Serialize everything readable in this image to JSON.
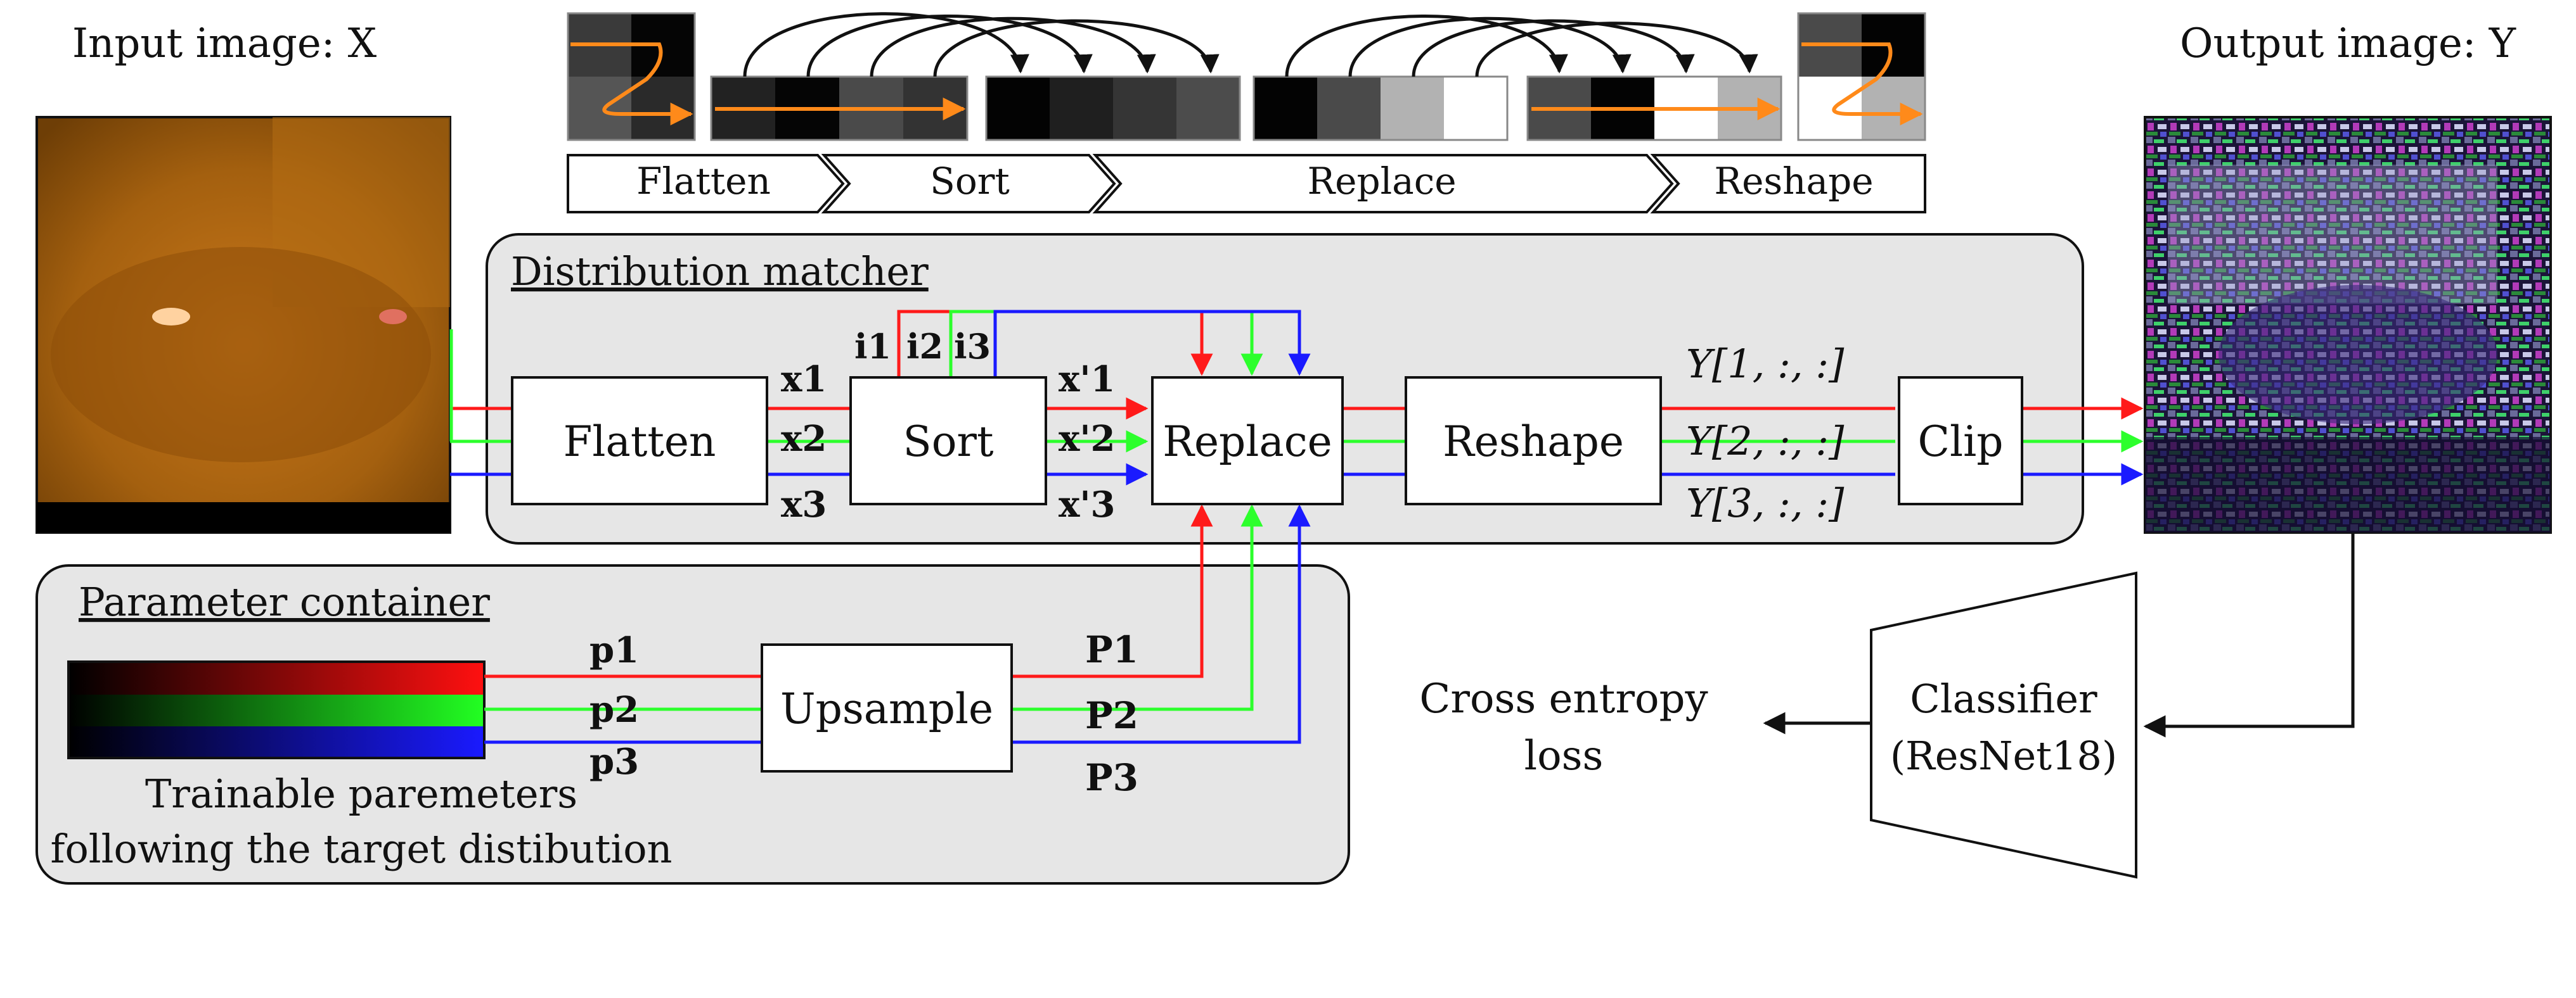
{
  "colors": {
    "red": "#ff1a1a",
    "green": "#2cff2c",
    "blue": "#1a1aff",
    "orange": "#ff8a1a",
    "panel": "#e6e6e6"
  },
  "header_labels": {
    "input": "Input image: X",
    "output": "Output image: Y"
  },
  "pipeline_steps": [
    "Flatten",
    "Sort",
    "Replace",
    "Reshape"
  ],
  "distribution_matcher": {
    "title": "Distribution matcher",
    "flatten": "Flatten",
    "sort": "Sort",
    "replace": "Replace",
    "reshape": "Reshape",
    "clip": "Clip",
    "x": [
      "x1",
      "x2",
      "x3"
    ],
    "xs": [
      "x'1",
      "x'2",
      "x'3"
    ],
    "idx": [
      "i1",
      "i2",
      "i3"
    ],
    "y": [
      "Y[1, :, :]",
      "Y[2, :, :]",
      "Y[3, :, :]"
    ]
  },
  "parameter_container": {
    "title": "Parameter container",
    "caption_line1": "Trainable paremeters",
    "caption_line2": "following the target distibution",
    "p": [
      "p1",
      "p2",
      "p3"
    ],
    "upsample": "Upsample",
    "P": [
      "P1",
      "P2",
      "P3"
    ]
  },
  "classifier": {
    "line1": "Classifier",
    "line2": "(ResNet18)"
  },
  "loss": {
    "line1": "Cross entropy",
    "line2": "loss"
  }
}
